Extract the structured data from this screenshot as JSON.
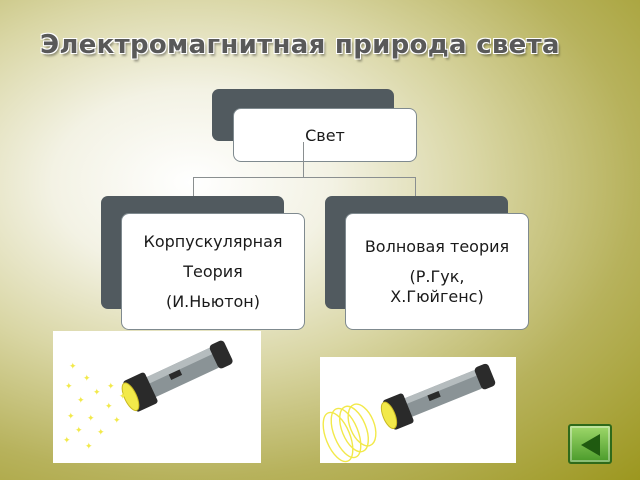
{
  "title": "Электромагнитная природа света",
  "root": {
    "label": "Свет"
  },
  "left": {
    "lines": [
      "Корпускулярная",
      "Теория",
      "(И.Ньютон)"
    ]
  },
  "right": {
    "lines": [
      "Волновая теория",
      "(Р.Гук,",
      "Х.Гюйгенс)"
    ]
  },
  "images": {
    "left": "flashlight-emitting-particles",
    "right": "flashlight-emitting-waves"
  },
  "colors": {
    "dark_block": "#515a5f",
    "nav_green": "#5fae3a",
    "light_yellow": "#f2e94a"
  }
}
